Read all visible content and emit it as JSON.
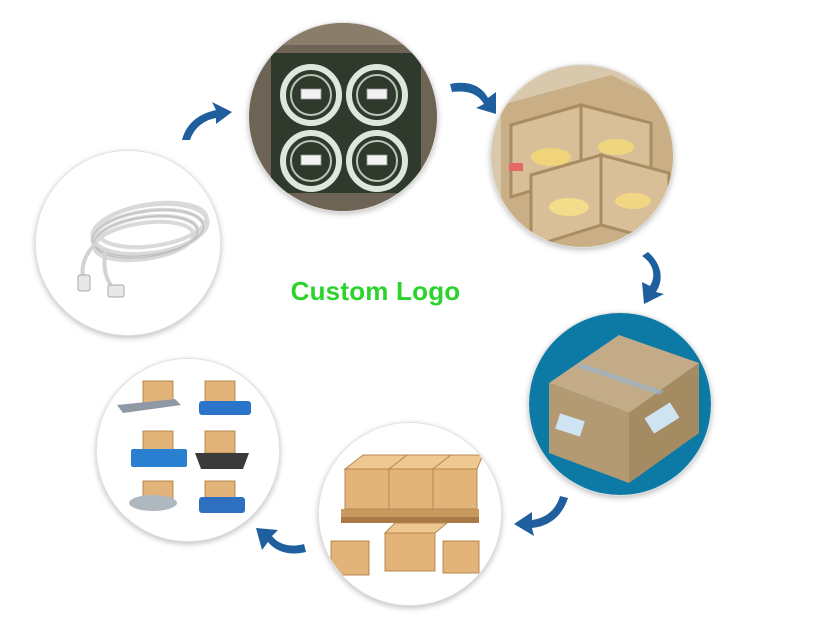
{
  "title": {
    "text": "Custom Logo",
    "color": "#2bd42b"
  },
  "steps": [
    {
      "name": "cable",
      "icon": "patch-cable-icon"
    },
    {
      "name": "packed-coils",
      "icon": "packed-coils-icon"
    },
    {
      "name": "carton-dividers",
      "icon": "carton-dividers-icon"
    },
    {
      "name": "sealed-box",
      "icon": "sealed-box-icon"
    },
    {
      "name": "pallet-boxes",
      "icon": "pallet-boxes-icon"
    },
    {
      "name": "shipping-methods",
      "icon": "shipping-methods-icon"
    }
  ],
  "arrow_color": "#1f5f9e"
}
